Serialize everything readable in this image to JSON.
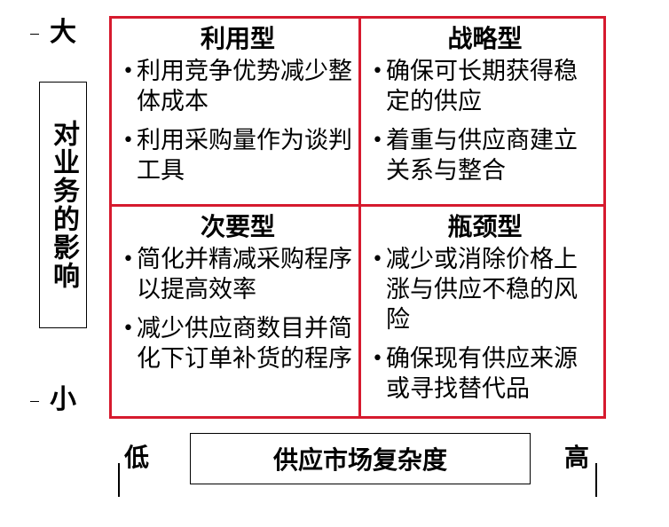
{
  "y_axis": {
    "label": "对业务的影响",
    "top_label": "大",
    "bottom_label": "小"
  },
  "x_axis": {
    "label": "供应市场复杂度",
    "left_label": "低",
    "right_label": "高"
  },
  "colors": {
    "grid": "#d61a2e",
    "text": "#000000"
  },
  "quadrants": {
    "top_left": {
      "title": "利用型",
      "items": [
        "利用竞争优势减少整体成本",
        "利用采购量作为谈判工具"
      ]
    },
    "top_right": {
      "title": "战略型",
      "items": [
        "确保可长期获得稳定的供应",
        "着重与供应商建立关系与整合"
      ]
    },
    "bottom_left": {
      "title": "次要型",
      "items": [
        "简化并精减采购程序以提高效率",
        "减少供应商数目并简化下订单补货的程序"
      ]
    },
    "bottom_right": {
      "title": "瓶颈型",
      "items": [
        "减少或消除价格上涨与供应不稳的风险",
        "确保现有供应来源或寻找替代品"
      ]
    }
  }
}
